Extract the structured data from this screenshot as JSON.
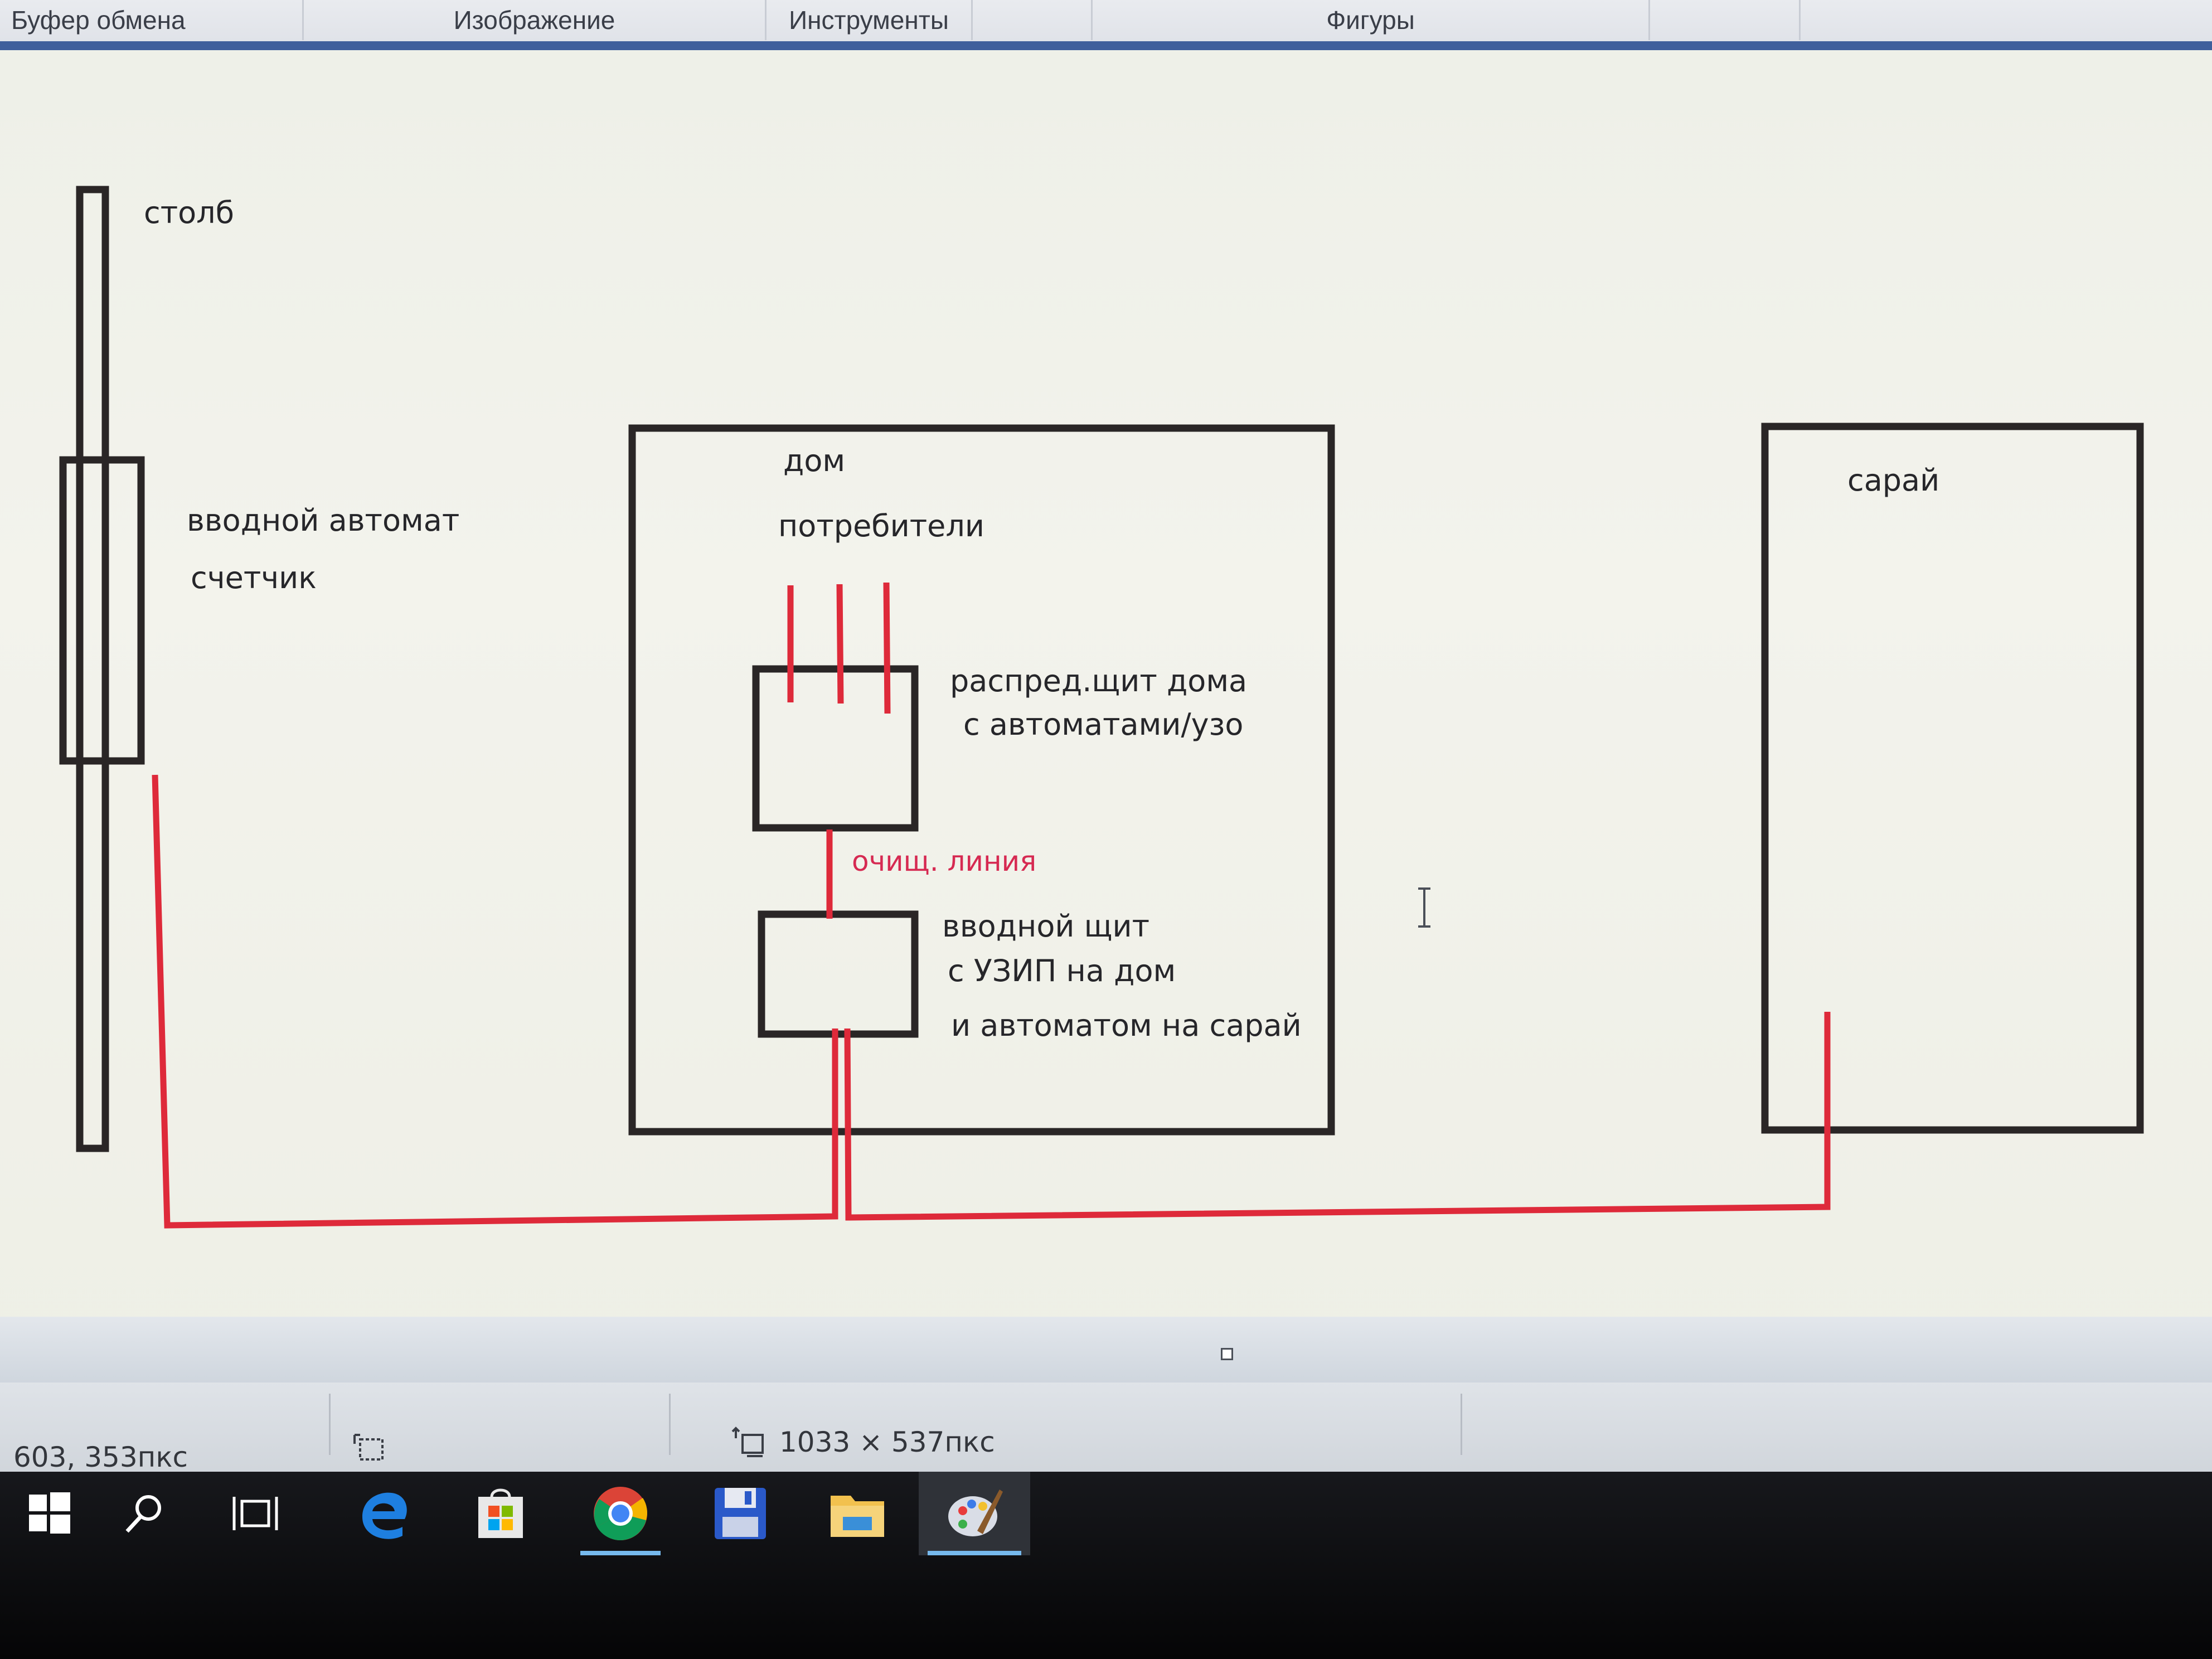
{
  "ribbon": {
    "groups": [
      "Буфер обмена",
      "Изображение",
      "Инструменты",
      "Фигуры"
    ]
  },
  "drawing": {
    "labels": {
      "pole": "столб",
      "breaker": "вводной автомат",
      "meter": "счетчик",
      "house": "дом",
      "consumers": "потребители",
      "dist_panel_1": "распред.щит дома",
      "dist_panel_2": "с автоматами/узо",
      "clean_line": "очищ. линия",
      "input_panel_1": "вводной щит",
      "input_panel_2": "с УЗИП на дом",
      "input_panel_3": "и автоматом на сарай",
      "shed": "сарай"
    },
    "colors": {
      "outline": "#2a2626",
      "wire": "#de2a3a",
      "label_red": "#d62a52"
    }
  },
  "status": {
    "cursor_pos": "603, 353пкс",
    "image_size": "1033 × 537пкс"
  },
  "taskbar": {
    "icons": [
      "windows-start-icon",
      "search-icon",
      "task-view-icon",
      "edge-icon",
      "store-icon",
      "chrome-icon",
      "floppy-app-icon",
      "file-explorer-icon",
      "paint-icon"
    ],
    "active": [
      "chrome-icon",
      "paint-icon"
    ]
  }
}
